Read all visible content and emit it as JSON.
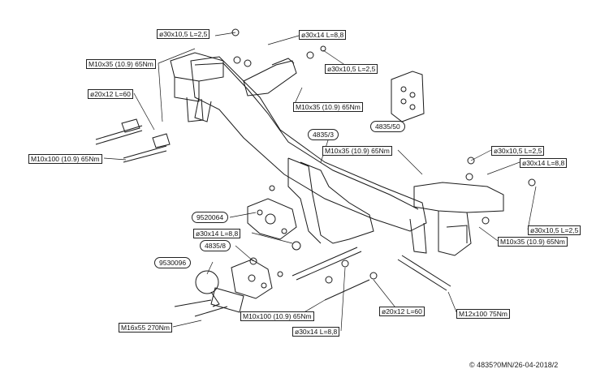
{
  "labels": {
    "washer_top_left": "ø30x10,5 L=2,5",
    "washer_top_mid": "ø30x14 L=8,8",
    "washer_top_right": "ø30x10,5 L=2,5",
    "bolt_top_left": "M10x35 (10.9) 65Nm",
    "bolt_top_mid": "M10x35 (10.9) 65Nm",
    "spacer_left": "ø20x12 L=60",
    "bolt_left": "M10x100 (10.9) 65Nm",
    "part_bar": "4835/3",
    "kit_box": "4835/50",
    "bolt_right_top": "M10x35 (10.9) 65Nm",
    "washer_right_1": "ø30x10,5 L=2,5",
    "washer_right_2": "ø30x14 L=8,8",
    "washer_right_3": "ø30x10,5 L=2,5",
    "bolt_right_bottom": "M10x35 (10.9) 65Nm",
    "socket_plate": "9520064",
    "washer_mid_left": "ø30x14 L=8,8",
    "plate": "4835/8",
    "ball": "9530096",
    "bolt_ball": "M16x55 270Nm",
    "bolt_bottom": "M10x100 (10.9) 65Nm",
    "washer_bottom": "ø30x14 L=8,8",
    "spacer_bottom": "ø20x12 L=60",
    "bolt_m12": "M12x100 75Nm"
  },
  "footer": "© 4835?0MN/26-04-2018/2"
}
